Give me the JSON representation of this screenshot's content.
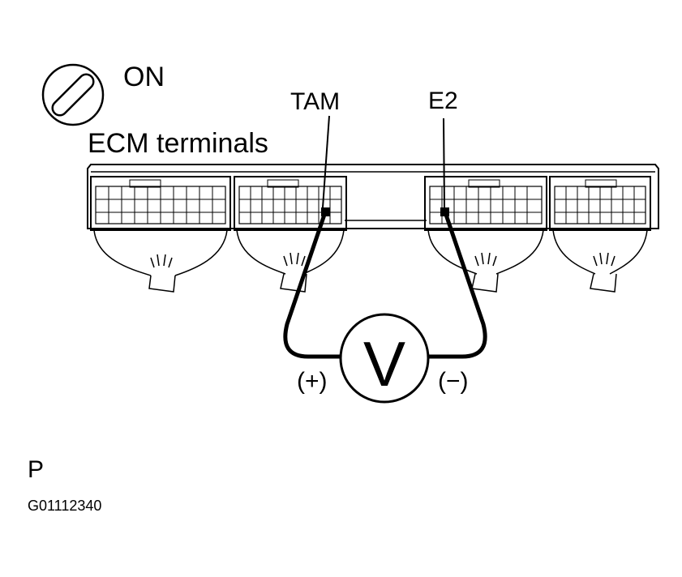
{
  "ignition_switch": {
    "label": "ON",
    "icon": "ignition-key-icon"
  },
  "connector_label": "ECM terminals",
  "terminals": {
    "positive": "TAM",
    "negative": "E2"
  },
  "meter": {
    "symbol": "V",
    "plus": "(+)",
    "minus": "(−)"
  },
  "footer": {
    "letter": "P",
    "code": "G01112340"
  }
}
